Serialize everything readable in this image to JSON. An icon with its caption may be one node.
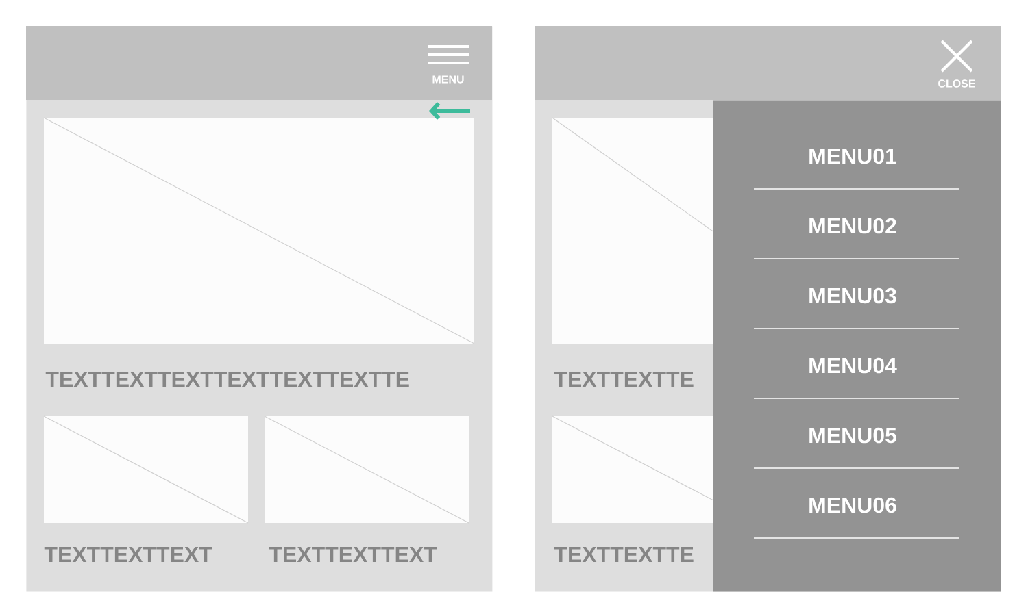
{
  "diagram": {
    "nodes": [
      {
        "text": [],
        "shape": "box"
      },
      {
        "text": [
          "MENU"
        ],
        "in": 0
      },
      {
        "text": [],
        "shape": "box"
      },
      {
        "text": [
          "CLOSE"
        ],
        "in": 2
      },
      {
        "text": [],
        "shape": "box",
        "in": 2
      },
      {
        "text": [
          "MENU01"
        ],
        "in": 4
      },
      {
        "text": [
          "MENU02"
        ],
        "in": 4
      },
      {
        "text": [
          "MENU03"
        ],
        "in": 4
      },
      {
        "text": [
          "MENU04"
        ],
        "in": 4
      },
      {
        "text": [
          "MENU05"
        ],
        "in": 4
      },
      {
        "text": [
          "MENU06"
        ],
        "in": 4
      }
    ],
    "edges": [],
    "labels": [
      "TEXTTEXTTEXTTEXTTEXTTEXTTE",
      "TEXTTEXTTEXT",
      "TEXTTEXTTEXT",
      "TEXTTEXTTE",
      "TEXTTEXTTE"
    ]
  }
}
